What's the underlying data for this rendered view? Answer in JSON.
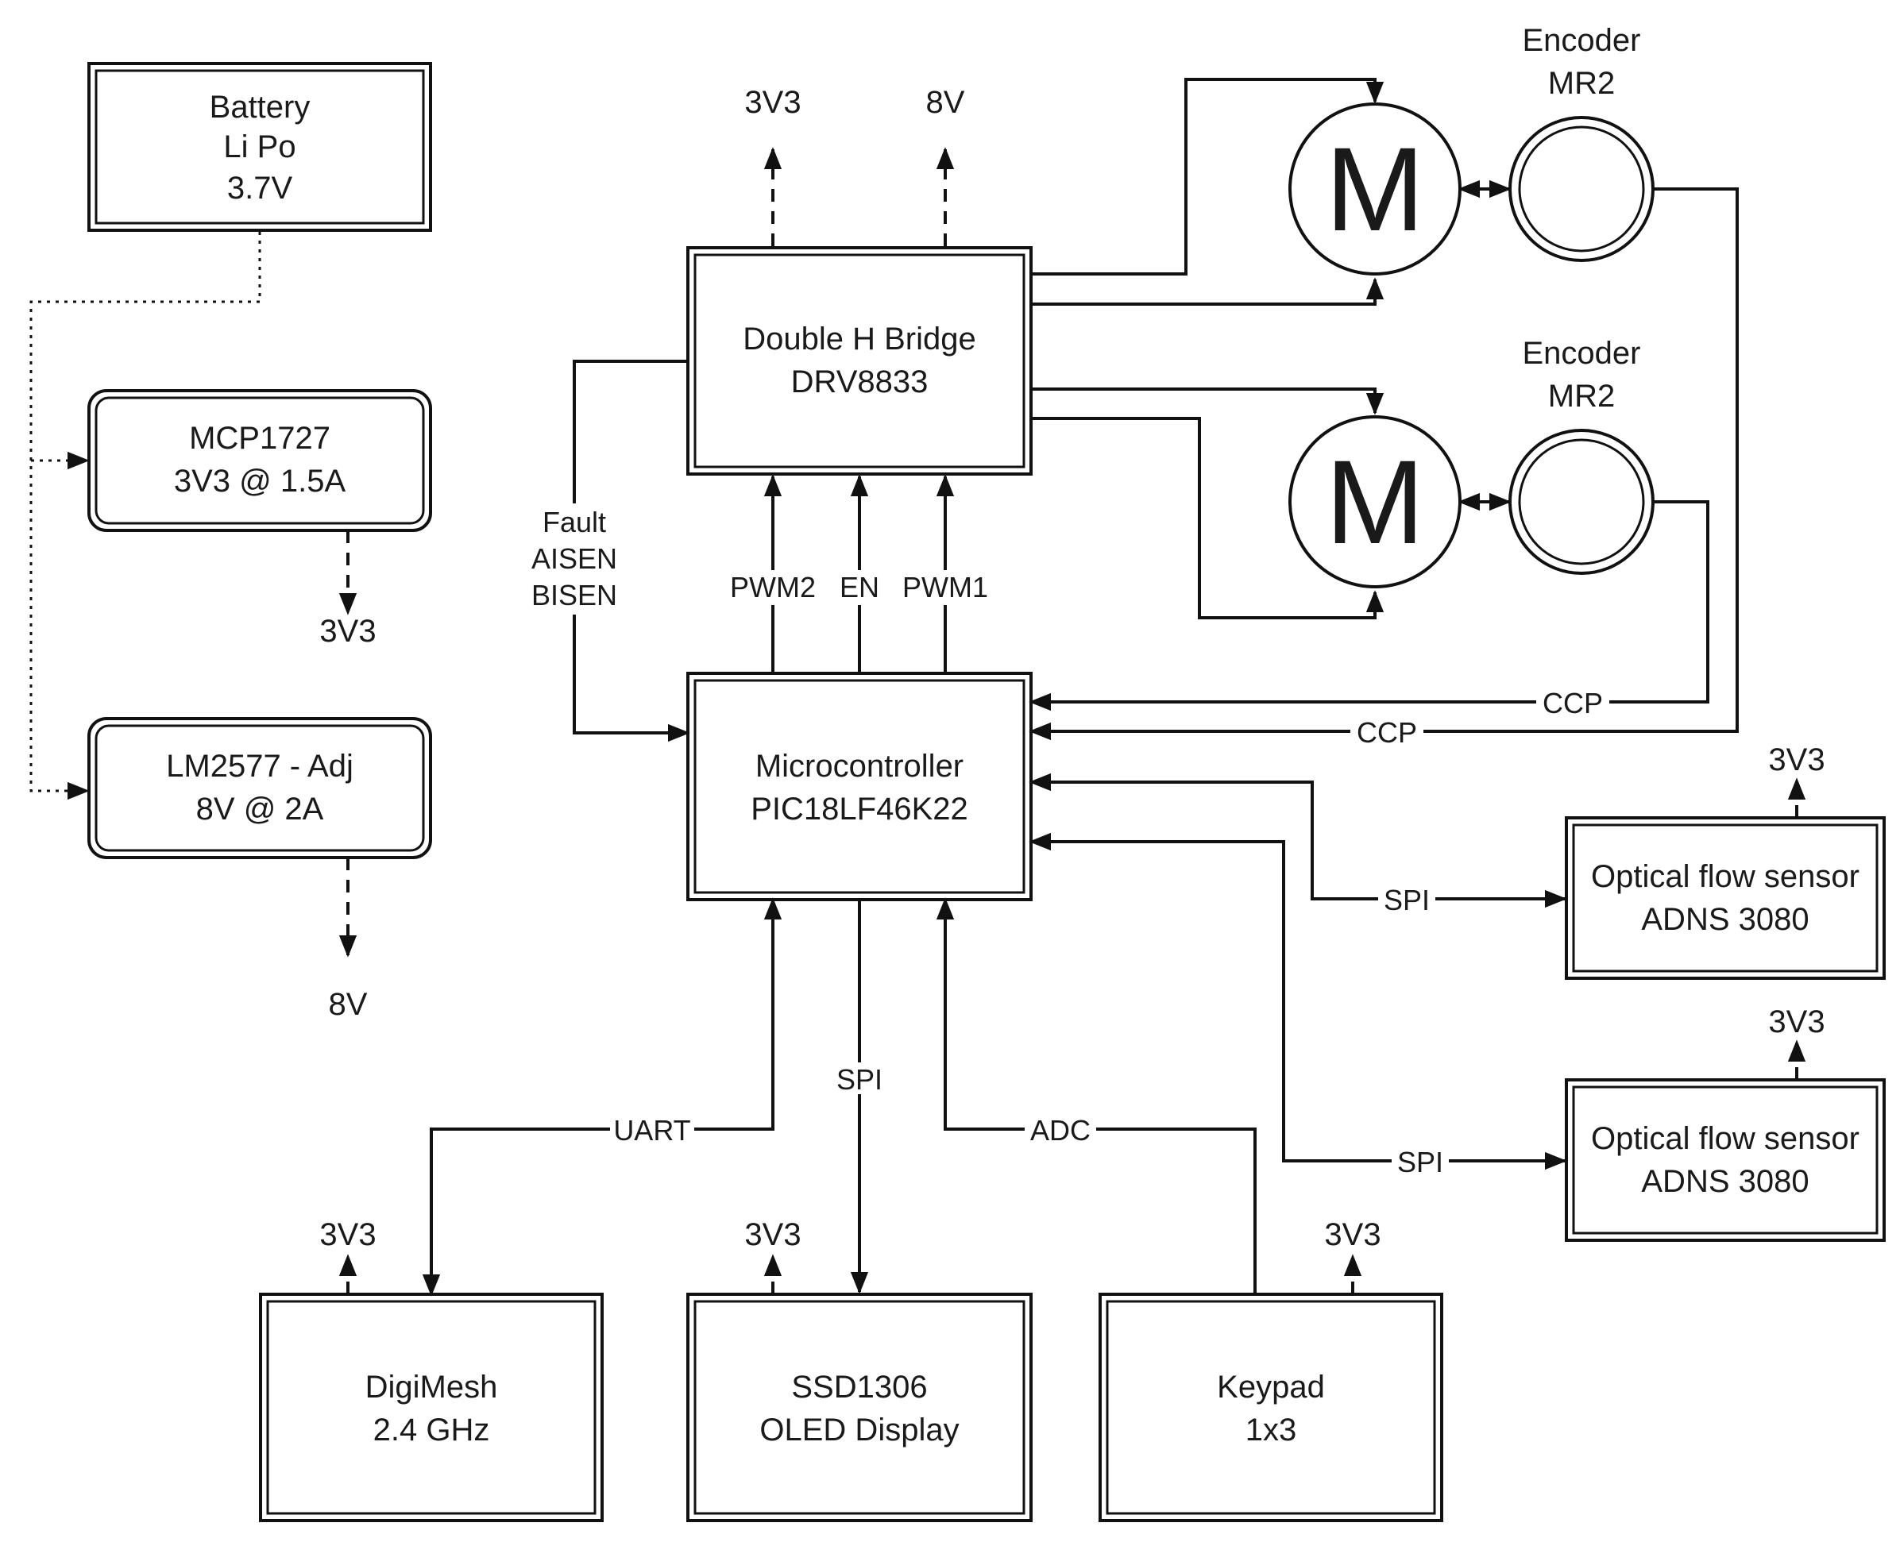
{
  "blocks": {
    "battery": {
      "lines": [
        "Battery",
        "Li Po",
        "3.7V"
      ]
    },
    "mcp1727": {
      "lines": [
        "MCP1727",
        "3V3 @ 1.5A"
      ]
    },
    "lm2577": {
      "lines": [
        "LM2577 - Adj",
        "8V @ 2A"
      ]
    },
    "hbridge": {
      "lines": [
        "Double H Bridge",
        "DRV8833"
      ]
    },
    "mcu": {
      "lines": [
        "Microcontroller",
        "PIC18LF46K22"
      ]
    },
    "optical1": {
      "lines": [
        "Optical flow sensor",
        "ADNS 3080"
      ]
    },
    "optical2": {
      "lines": [
        "Optical flow sensor",
        "ADNS 3080"
      ]
    },
    "digimesh": {
      "lines": [
        "DigiMesh",
        "2.4 GHz"
      ]
    },
    "oled": {
      "lines": [
        "SSD1306",
        "OLED Display"
      ]
    },
    "keypad": {
      "lines": [
        "Keypad",
        "1x3"
      ]
    }
  },
  "motors": {
    "motor1": "M",
    "motor2": "M"
  },
  "encoders": {
    "encoder1": [
      "Encoder",
      "MR2"
    ],
    "encoder2": [
      "Encoder",
      "MR2"
    ]
  },
  "power_labels": {
    "mcp_out": "3V3",
    "lm_out": "8V",
    "hb_3v3": "3V3",
    "hb_8v": "8V",
    "opt1": "3V3",
    "opt2": "3V3",
    "digimesh": "3V3",
    "oled": "3V3",
    "keypad": "3V3"
  },
  "signal_labels": {
    "pwm2": "PWM2",
    "en": "EN",
    "pwm1": "PWM1",
    "fault": [
      "Fault",
      "AISEN",
      "BISEN"
    ],
    "ccp1": "CCP",
    "ccp2": "CCP",
    "spi_opt1": "SPI",
    "spi_opt2": "SPI",
    "uart": "UART",
    "spi_oled": "SPI",
    "adc": "ADC"
  }
}
